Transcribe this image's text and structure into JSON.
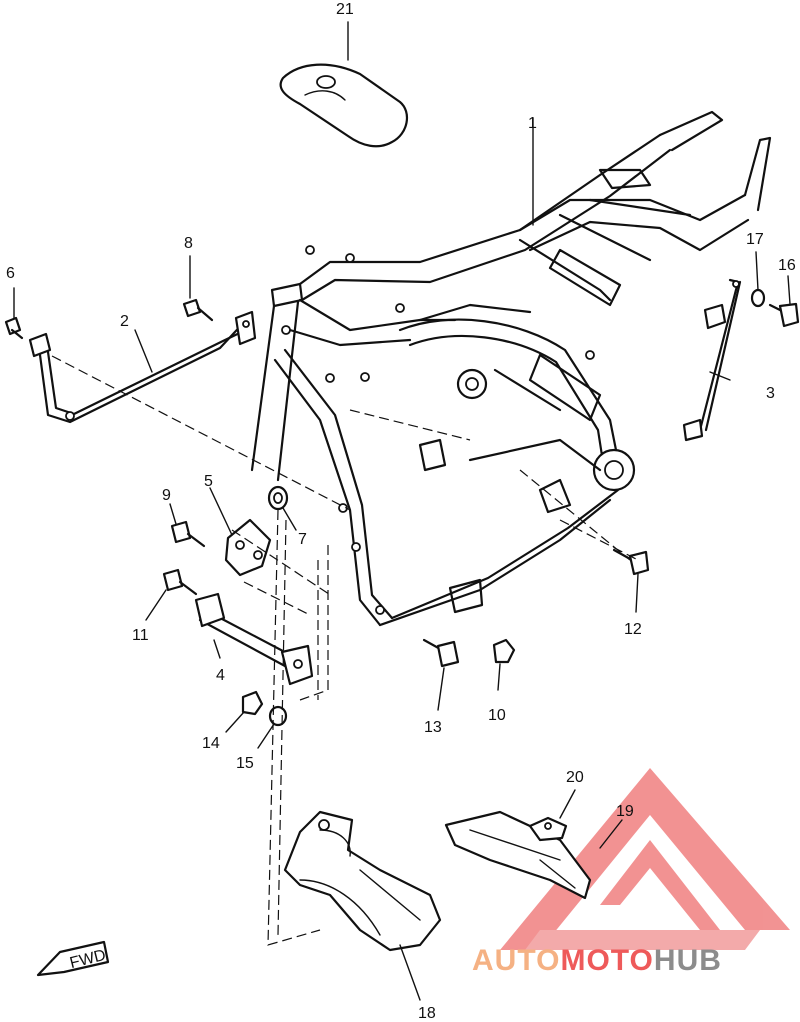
{
  "diagram": {
    "part_labels": [
      {
        "id": "1",
        "text": "1"
      },
      {
        "id": "2",
        "text": "2"
      },
      {
        "id": "3",
        "text": "3"
      },
      {
        "id": "4",
        "text": "4"
      },
      {
        "id": "5",
        "text": "5"
      },
      {
        "id": "6",
        "text": "6"
      },
      {
        "id": "7",
        "text": "7"
      },
      {
        "id": "8",
        "text": "8"
      },
      {
        "id": "9",
        "text": "9"
      },
      {
        "id": "10",
        "text": "10"
      },
      {
        "id": "11",
        "text": "11"
      },
      {
        "id": "12",
        "text": "12"
      },
      {
        "id": "13",
        "text": "13"
      },
      {
        "id": "14",
        "text": "14"
      },
      {
        "id": "15",
        "text": "15"
      },
      {
        "id": "16",
        "text": "16"
      },
      {
        "id": "17",
        "text": "17"
      },
      {
        "id": "18",
        "text": "18"
      },
      {
        "id": "19",
        "text": "19"
      },
      {
        "id": "20",
        "text": "20"
      },
      {
        "id": "21",
        "text": "21"
      }
    ],
    "fwd_marker": "FWD"
  },
  "watermark": {
    "part1": "AUTO",
    "part2": "MOTO",
    "part3": "HUB",
    "color_light": "#f5b183",
    "color_red": "#ee5a5a",
    "color_gray": "#8c8c8c"
  }
}
